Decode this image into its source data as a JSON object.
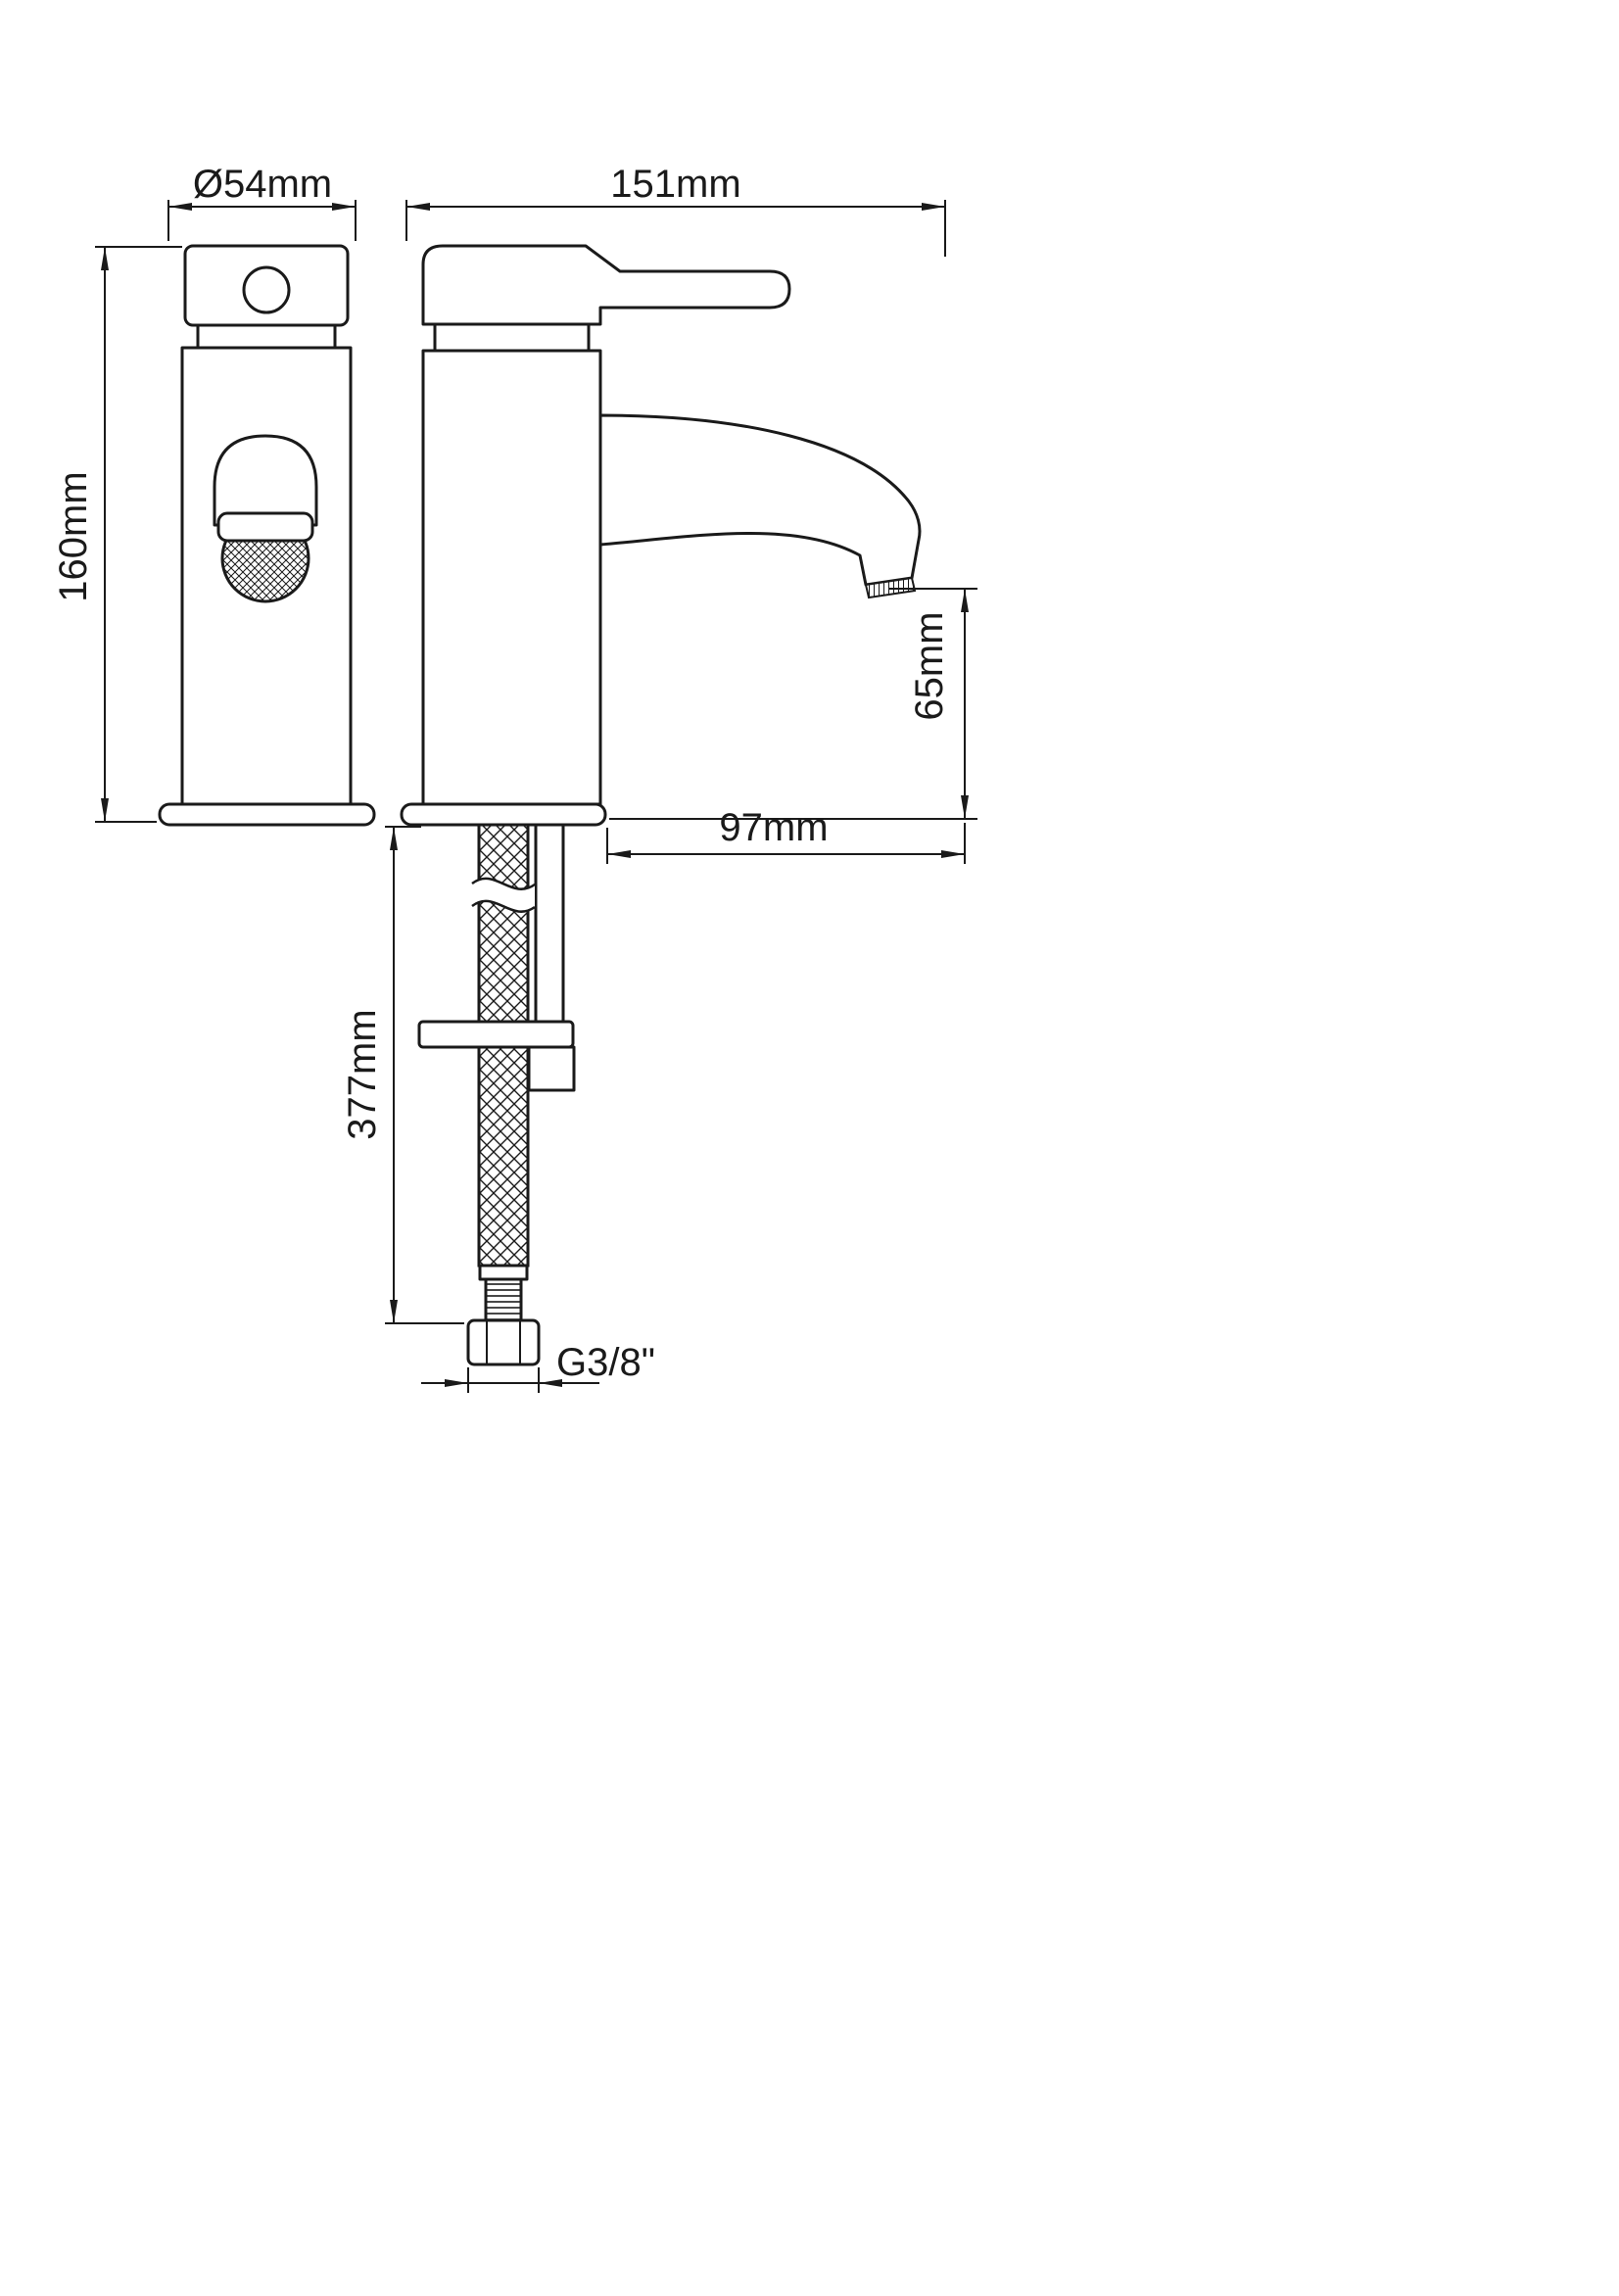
{
  "drawing": {
    "background_color": "#ffffff",
    "line_color": "#1a1a1a",
    "views": {
      "front": "faucet-front-view",
      "side": "faucet-side-view-with-supply-hose"
    },
    "dims": {
      "d54": "Ø54mm",
      "d151": "151mm",
      "d160": "160mm",
      "d65": "65mm",
      "d97": "97mm",
      "d377": "377mm",
      "thread": "G3/8\""
    }
  }
}
